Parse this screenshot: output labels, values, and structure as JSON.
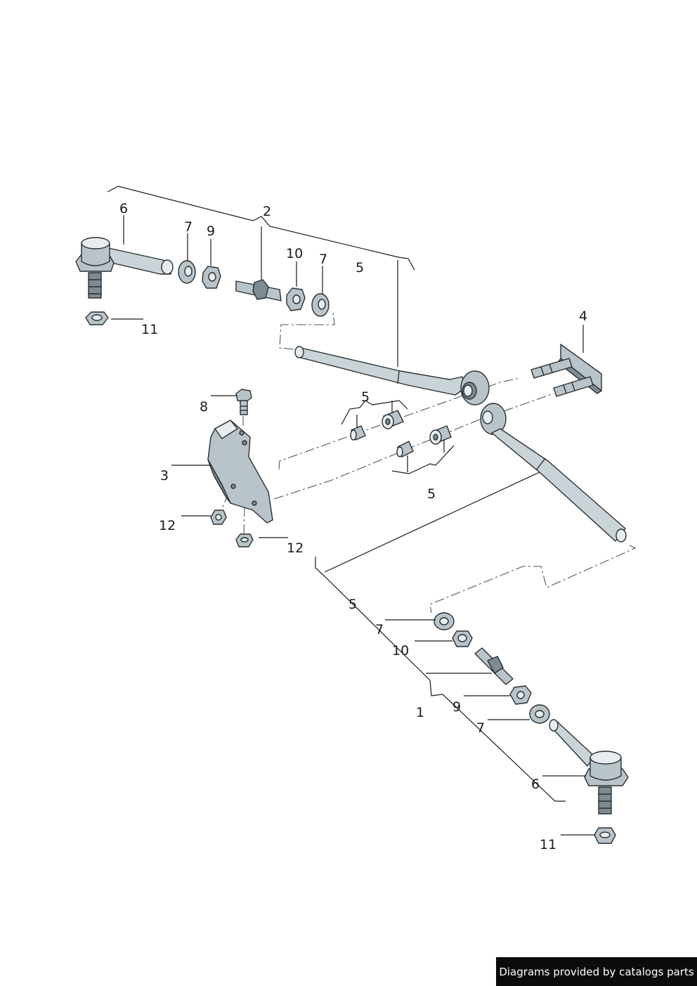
{
  "labels": {
    "l1": "1",
    "l2": "2",
    "l3": "3",
    "l4": "4",
    "l5a": "5",
    "l5b": "5",
    "l5c": "5",
    "l5d": "5",
    "l6a": "6",
    "l6b": "6",
    "l7a": "7",
    "l7b": "7",
    "l7c": "7",
    "l7d": "7",
    "l8": "8",
    "l9a": "9",
    "l9b": "9",
    "l10a": "10",
    "l10b": "10",
    "l11a": "11",
    "l11b": "11",
    "l12a": "12",
    "l12b": "12"
  },
  "footer": {
    "credit": "Diagrams provided by catalogs parts"
  }
}
